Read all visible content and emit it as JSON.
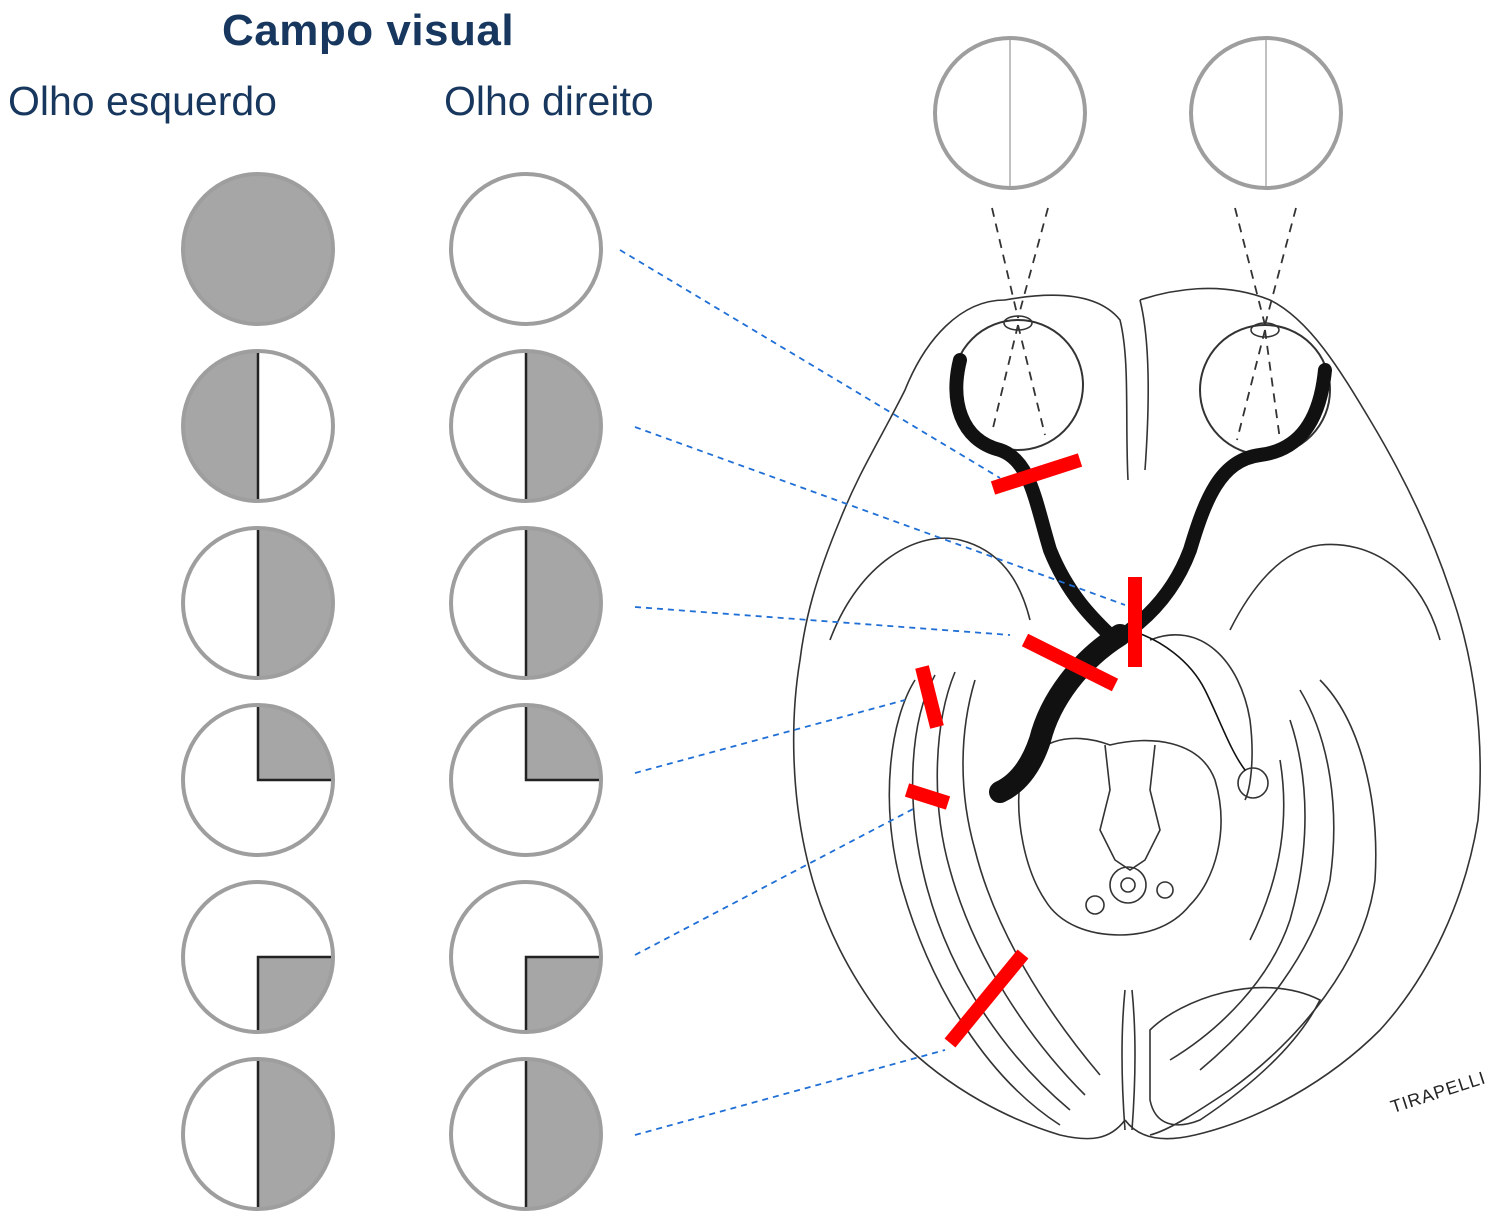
{
  "title": "Campo visual",
  "columns": {
    "left": "Olho esquerdo",
    "right": "Olho direito"
  },
  "signature": "TIRAPELLI",
  "colors": {
    "heading": "#17375e",
    "defect_fill": "#a6a6a6",
    "field_outline": "#9e9e9e",
    "lesion": "#ff0000",
    "leader_line": "#1f6fd6",
    "optic_tract": "#111111"
  },
  "visual_fields": [
    {
      "lesion_site": "optic nerve (left)",
      "left_eye_defect": "full",
      "right_eye_defect": "none"
    },
    {
      "lesion_site": "optic chiasm",
      "left_eye_defect": "left-half",
      "right_eye_defect": "right-half"
    },
    {
      "lesion_site": "optic tract",
      "left_eye_defect": "right-half",
      "right_eye_defect": "right-half"
    },
    {
      "lesion_site": "Meyer loop (temporal)",
      "left_eye_defect": "upper-right-quadrant",
      "right_eye_defect": "upper-right-quadrant"
    },
    {
      "lesion_site": "parietal radiation",
      "left_eye_defect": "lower-right-quadrant",
      "right_eye_defect": "lower-right-quadrant"
    },
    {
      "lesion_site": "optic radiation (posterior)",
      "left_eye_defect": "right-half",
      "right_eye_defect": "right-half"
    }
  ]
}
